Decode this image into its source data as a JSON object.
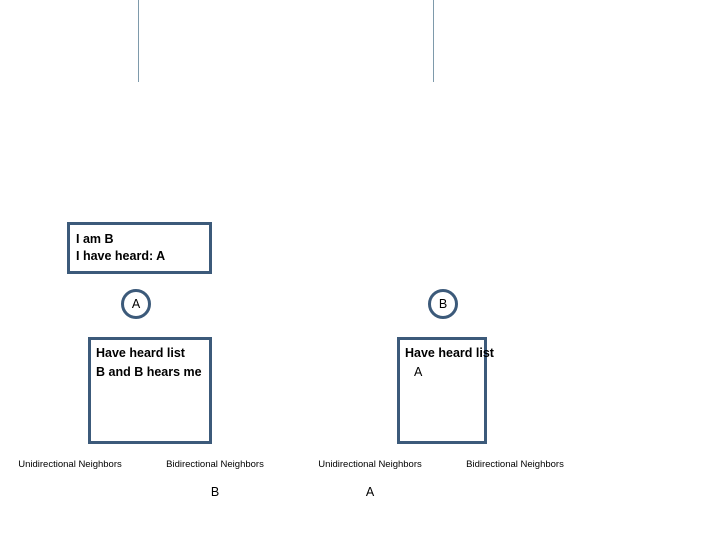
{
  "callout": {
    "line1": "I am B",
    "line2": "I have heard: A"
  },
  "nodes": {
    "left": "A",
    "right": "B"
  },
  "heard_lists": {
    "left": {
      "title": "Have heard list",
      "body": "B and B hears me"
    },
    "right": {
      "title": "Have heard list",
      "body": "A"
    }
  },
  "neighbor_sections": [
    {
      "unidirectional_label": "Unidirectional Neighbors",
      "unidirectional_value": "",
      "bidirectional_label": "Bidirectional Neighbors",
      "bidirectional_value": "B"
    },
    {
      "unidirectional_label": "Unidirectional Neighbors",
      "unidirectional_value": "A",
      "bidirectional_label": "Bidirectional Neighbors",
      "bidirectional_value": ""
    }
  ],
  "colors": {
    "border": "#3C5A7A",
    "divider": "#7E9AAB",
    "background": "#FFFFFF",
    "text": "#000000"
  }
}
